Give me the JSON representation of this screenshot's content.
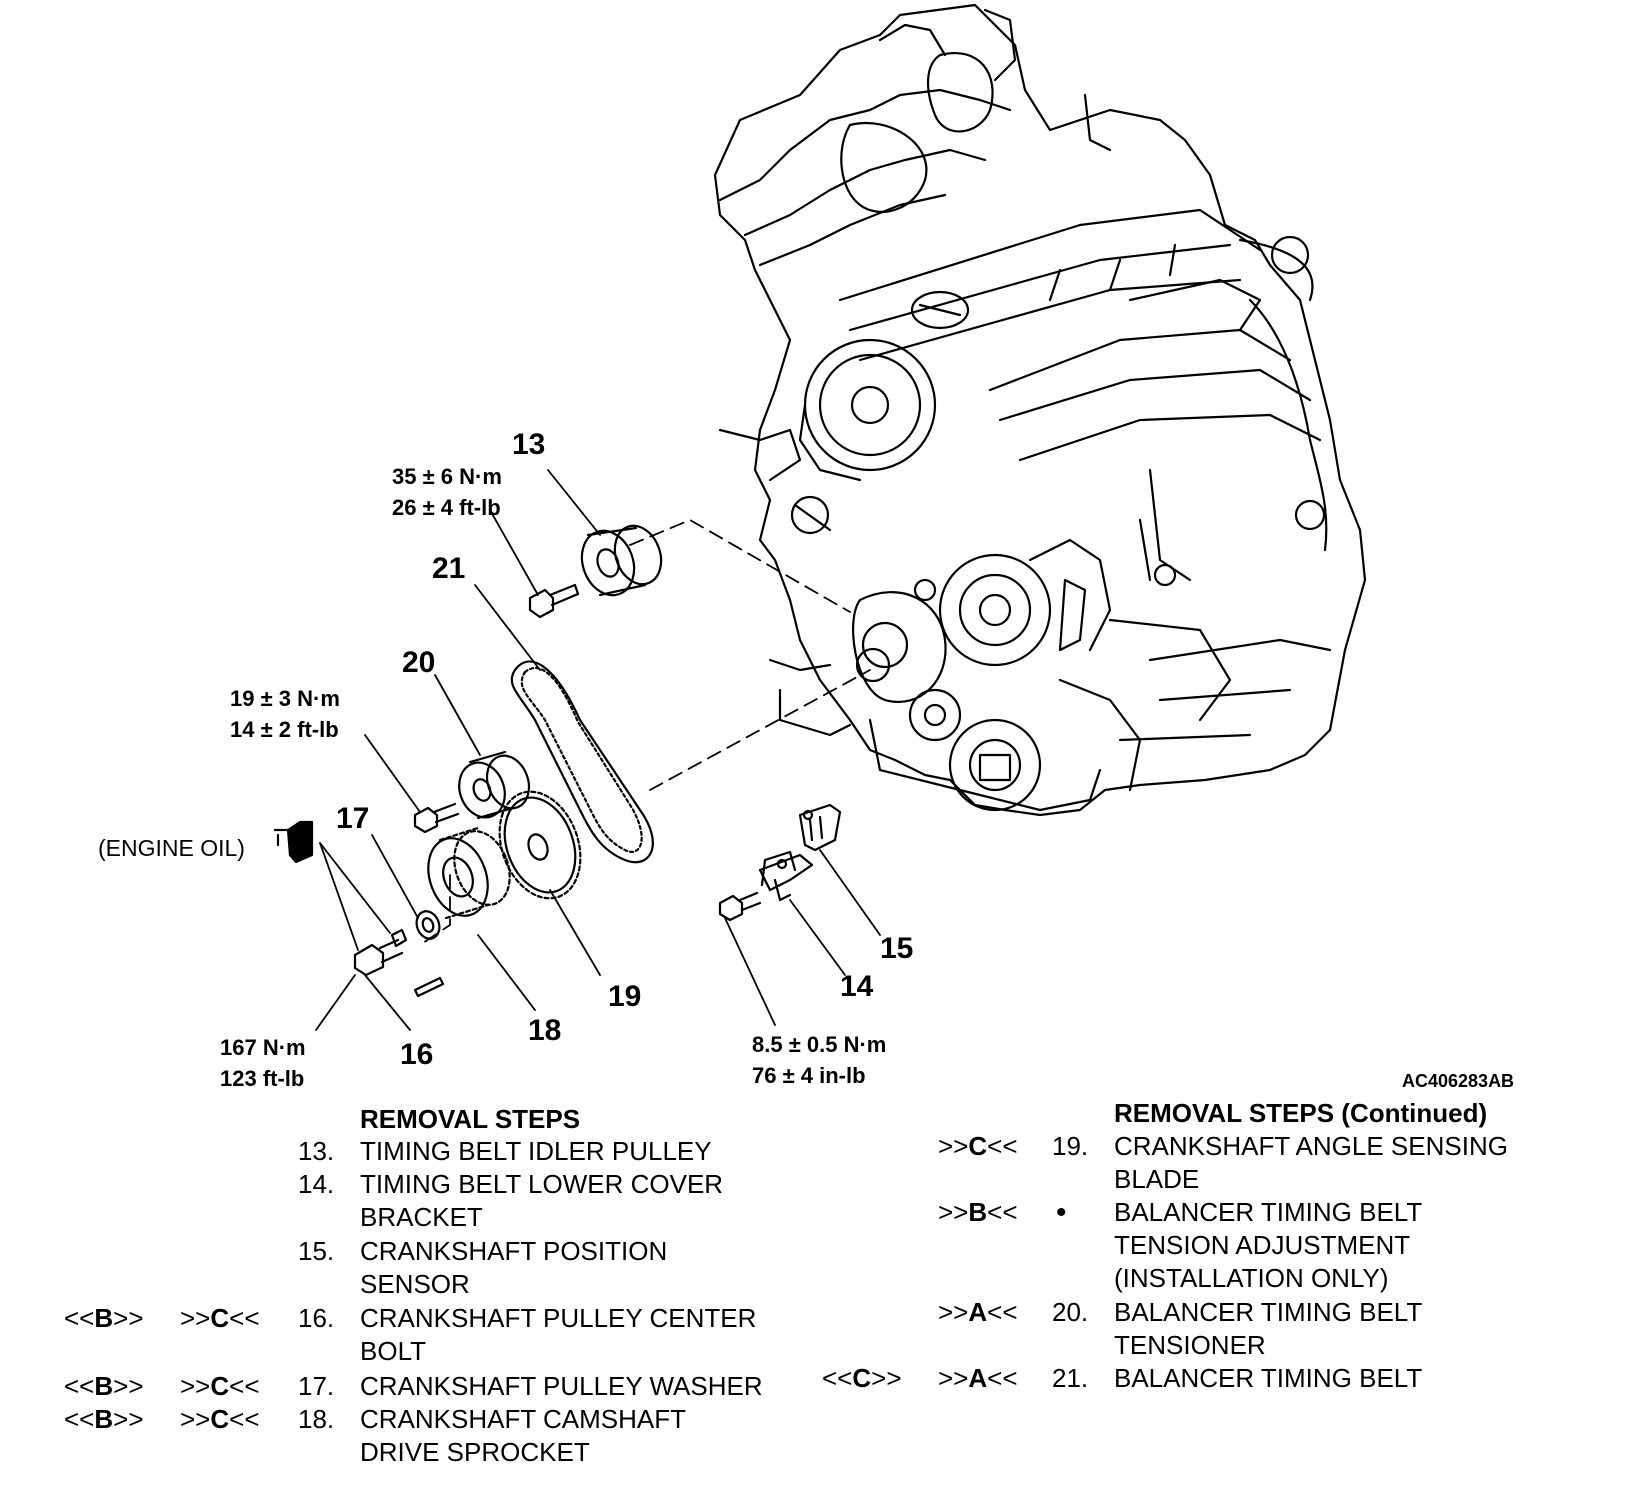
{
  "diagram": {
    "figure_id": "AC406283AB",
    "callouts": [
      "13",
      "14",
      "15",
      "16",
      "17",
      "18",
      "19",
      "20",
      "21"
    ],
    "torque_specs": {
      "t13": [
        "35 ± 6 N·m",
        "26 ± 4 ft-lb"
      ],
      "t20": [
        "19 ± 3 N·m",
        "14 ± 2 ft-lb"
      ],
      "t16": [
        "167 N·m",
        "123 ft-lb"
      ],
      "t14": [
        "8.5 ± 0.5 N·m",
        "76 ± 4 in-lb"
      ]
    },
    "engine_oil_label": "(ENGINE OIL)"
  },
  "removal_steps": {
    "title": "REMOVAL STEPS",
    "items": [
      {
        "num": "13.",
        "lines": [
          "TIMING BELT IDLER PULLEY"
        ],
        "rm": "",
        "inst": ""
      },
      {
        "num": "14.",
        "lines": [
          "TIMING BELT LOWER COVER",
          "BRACKET"
        ],
        "rm": "",
        "inst": ""
      },
      {
        "num": "15.",
        "lines": [
          "CRANKSHAFT POSITION",
          "SENSOR"
        ],
        "rm": "",
        "inst": ""
      },
      {
        "num": "16.",
        "lines": [
          "CRANKSHAFT PULLEY CENTER",
          "BOLT"
        ],
        "rm": "B",
        "inst": "C"
      },
      {
        "num": "17.",
        "lines": [
          "CRANKSHAFT PULLEY WASHER"
        ],
        "rm": "B",
        "inst": "C"
      },
      {
        "num": "18.",
        "lines": [
          "CRANKSHAFT CAMSHAFT",
          "DRIVE SPROCKET"
        ],
        "rm": "B",
        "inst": "C"
      }
    ]
  },
  "removal_steps_continued": {
    "title": "REMOVAL STEPS (Continued)",
    "items": [
      {
        "num": "19.",
        "lines": [
          "CRANKSHAFT ANGLE SENSING",
          "BLADE"
        ],
        "rm": "",
        "inst": "C"
      },
      {
        "num": "•",
        "lines": [
          "BALANCER TIMING BELT",
          "TENSION ADJUSTMENT",
          "(INSTALLATION ONLY)"
        ],
        "rm": "",
        "inst": "B"
      },
      {
        "num": "20.",
        "lines": [
          "BALANCER TIMING BELT",
          "TENSIONER"
        ],
        "rm": "",
        "inst": "A"
      },
      {
        "num": "21.",
        "lines": [
          "BALANCER TIMING BELT"
        ],
        "rm": "C",
        "inst": "A"
      }
    ]
  }
}
